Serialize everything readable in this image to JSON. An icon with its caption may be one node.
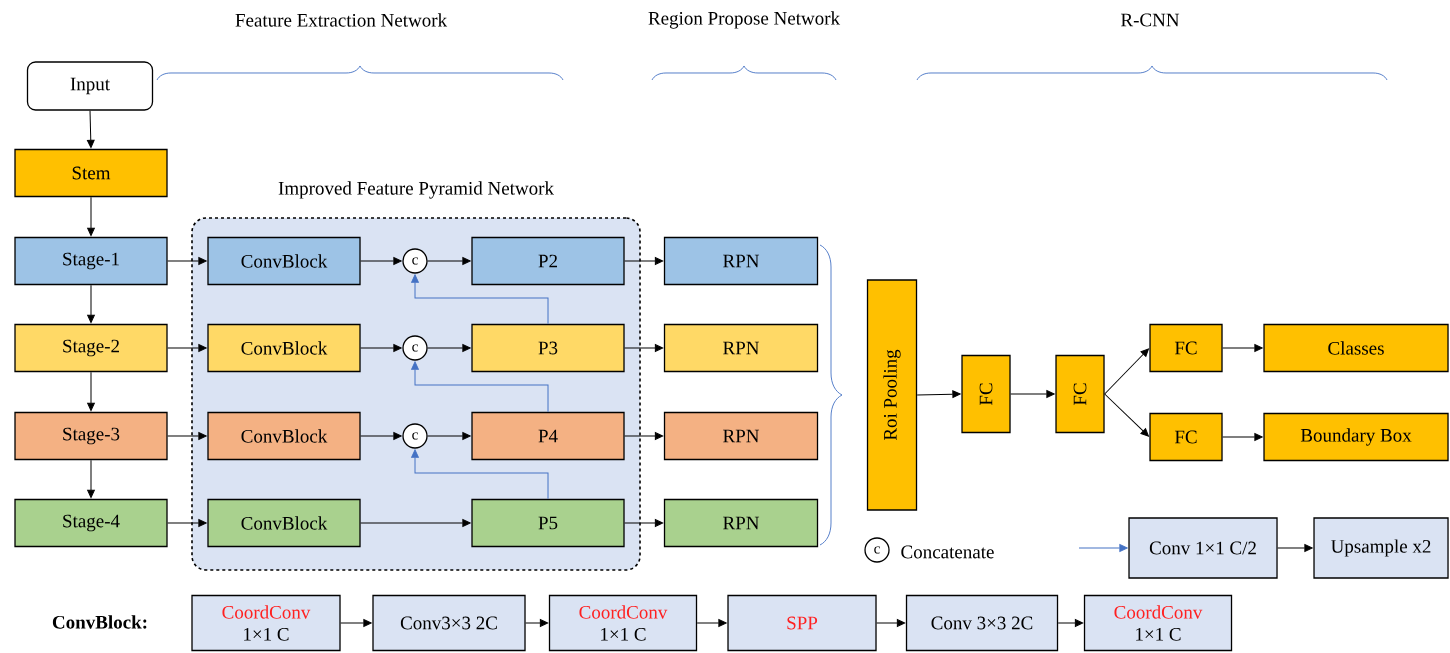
{
  "diagram": {
    "nodes": [
      {
        "text": [
          "Input"
        ]
      },
      {
        "text": [
          "Stem"
        ]
      },
      {
        "text": [
          "Stage-1"
        ]
      },
      {
        "text": [
          "Stage-2"
        ]
      },
      {
        "text": [
          "Stage-3"
        ]
      },
      {
        "text": [
          "Stage-4"
        ]
      },
      {
        "text": [
          "Improved Feature Pyramid Network"
        ]
      },
      {
        "text": [
          "ConvBlock"
        ],
        "in": 6
      },
      {
        "text": [
          "c"
        ],
        "in": 6
      },
      {
        "text": [
          "P2"
        ],
        "in": 6
      },
      {
        "text": [
          "ConvBlock"
        ],
        "in": 6
      },
      {
        "text": [
          "c"
        ],
        "in": 6
      },
      {
        "text": [
          "P3"
        ],
        "in": 6
      },
      {
        "text": [
          "ConvBlock"
        ],
        "in": 6
      },
      {
        "text": [
          "c"
        ],
        "in": 6
      },
      {
        "text": [
          "P4"
        ],
        "in": 6
      },
      {
        "text": [
          "ConvBlock"
        ],
        "in": 6
      },
      {
        "text": [
          "P5"
        ],
        "in": 6
      },
      {
        "text": [
          "RPN"
        ]
      },
      {
        "text": [
          "RPN"
        ]
      },
      {
        "text": [
          "RPN"
        ]
      },
      {
        "text": [
          "RPN"
        ]
      },
      {
        "text": [
          "Roi Pooling"
        ]
      },
      {
        "text": [
          "FC"
        ]
      },
      {
        "text": [
          "FC"
        ]
      },
      {
        "text": [
          "FC"
        ]
      },
      {
        "text": [
          "Classes"
        ]
      },
      {
        "text": [
          "FC"
        ]
      },
      {
        "text": [
          "Boundary Box"
        ]
      },
      {
        "text": [
          "c"
        ],
        "beside": [
          "Concatenate"
        ]
      },
      {
        "text": [
          "Conv 1×1 C/2"
        ]
      },
      {
        "text": [
          "Upsample x2"
        ]
      },
      {
        "text": [
          "CoordConv",
          "1×1 C"
        ]
      },
      {
        "text": [
          "Conv3×3 2C"
        ]
      },
      {
        "text": [
          "CoordConv",
          "1×1 C"
        ]
      },
      {
        "text": [
          "SPP"
        ]
      },
      {
        "text": [
          "Conv 3×3 2C"
        ]
      },
      {
        "text": [
          "CoordConv",
          "1×1 C"
        ]
      }
    ],
    "edges": [
      {
        "from": 0,
        "to": 1,
        "arrow": "to"
      },
      {
        "from": 1,
        "to": 2,
        "arrow": "to"
      },
      {
        "from": 2,
        "to": 3,
        "arrow": "to"
      },
      {
        "from": 3,
        "to": 4,
        "arrow": "to"
      },
      {
        "from": 4,
        "to": 5,
        "arrow": "to"
      },
      {
        "from": 2,
        "to": 7,
        "arrow": "to"
      },
      {
        "from": 3,
        "to": 10,
        "arrow": "to"
      },
      {
        "from": 4,
        "to": 13,
        "arrow": "to"
      },
      {
        "from": 5,
        "to": 16,
        "arrow": "to"
      },
      {
        "from": 7,
        "to": 8,
        "arrow": "to"
      },
      {
        "from": 8,
        "to": 9,
        "arrow": "to"
      },
      {
        "from": 10,
        "to": 11,
        "arrow": "to"
      },
      {
        "from": 11,
        "to": 12,
        "arrow": "to"
      },
      {
        "from": 13,
        "to": 14,
        "arrow": "to"
      },
      {
        "from": 14,
        "to": 15,
        "arrow": "to"
      },
      {
        "from": 16,
        "to": 17,
        "arrow": "to"
      },
      {
        "from": 12,
        "to": 8,
        "arrow": "to",
        "color": "#4472c4"
      },
      {
        "from": 15,
        "to": 11,
        "arrow": "to",
        "color": "#4472c4"
      },
      {
        "from": 17,
        "to": 14,
        "arrow": "to",
        "color": "#4472c4"
      },
      {
        "from": 9,
        "to": 18,
        "arrow": "to"
      },
      {
        "from": 12,
        "to": 19,
        "arrow": "to"
      },
      {
        "from": 15,
        "to": 20,
        "arrow": "to"
      },
      {
        "from": 17,
        "to": 21,
        "arrow": "to"
      },
      {
        "from": 22,
        "to": 23,
        "arrow": "to"
      },
      {
        "from": 23,
        "to": 24,
        "arrow": "to"
      },
      {
        "from": 24,
        "to": 25,
        "arrow": "to"
      },
      {
        "from": 24,
        "to": 27,
        "arrow": "to"
      },
      {
        "from": 25,
        "to": 26,
        "arrow": "to"
      },
      {
        "from": 27,
        "to": 28,
        "arrow": "to"
      },
      {
        "from": null,
        "to": 30,
        "arrow": "to",
        "color": "#4472c4"
      },
      {
        "from": 30,
        "to": 31,
        "arrow": "to"
      },
      {
        "from": 32,
        "to": 33,
        "arrow": "to"
      },
      {
        "from": 33,
        "to": 34,
        "arrow": "to"
      },
      {
        "from": 34,
        "to": 35,
        "arrow": "to"
      },
      {
        "from": 35,
        "to": 36,
        "arrow": "to"
      },
      {
        "from": 36,
        "to": 37,
        "arrow": "to"
      }
    ],
    "labels": [
      "Feature Extraction Network",
      "Region Propose Network",
      "R-CNN",
      "ConvBlock:"
    ]
  }
}
